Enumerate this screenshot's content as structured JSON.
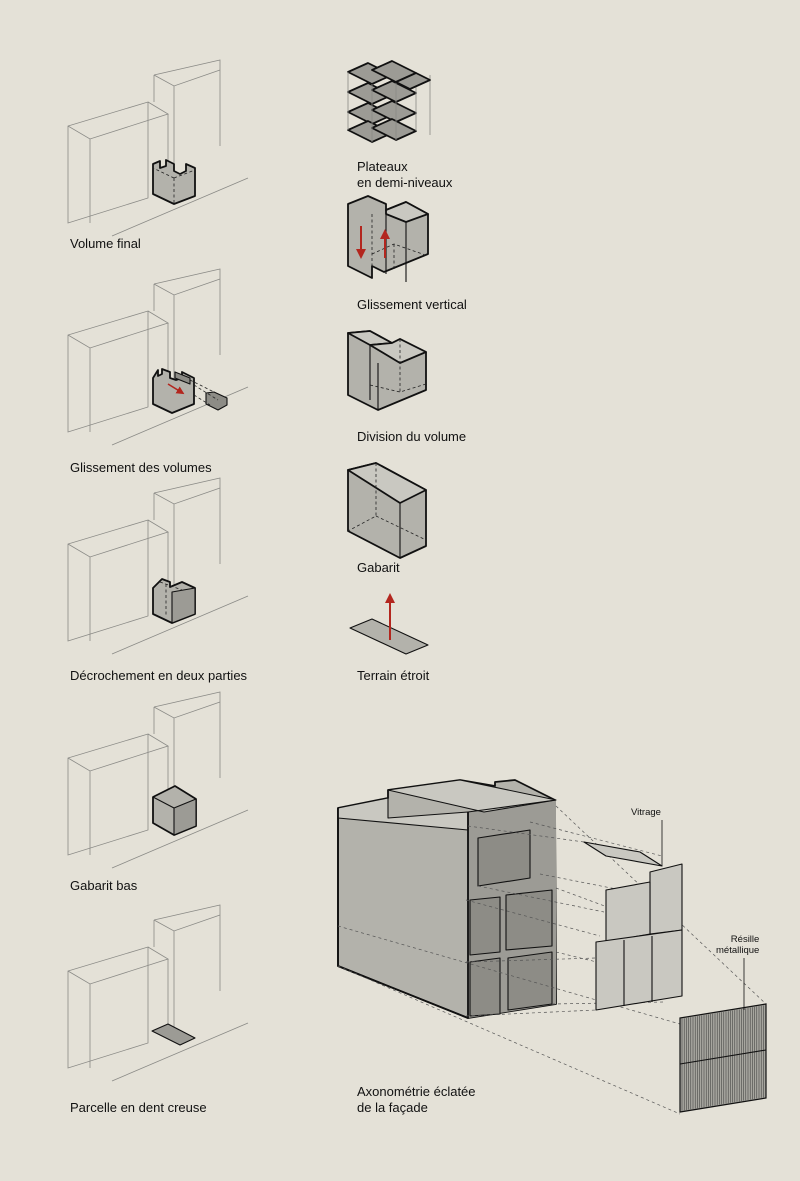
{
  "left_column": [
    {
      "label": "Volume final"
    },
    {
      "label": "Glissement des volumes"
    },
    {
      "label": "Décrochement en deux parties"
    },
    {
      "label": "Gabarit bas"
    },
    {
      "label": "Parcelle en dent creuse"
    }
  ],
  "right_column": [
    {
      "line1": "Plateaux",
      "line2": "en demi-niveaux"
    },
    {
      "line1": "Glissement vertical"
    },
    {
      "line1": "Division du volume"
    },
    {
      "line1": "Gabarit"
    },
    {
      "line1": "Terrain étroit"
    }
  ],
  "exploded": {
    "title_line1": "Axonométrie éclatée",
    "title_line2": "de la façade",
    "vitrage": "Vitrage",
    "resille_line1": "Résille",
    "resille_line2": "métallique"
  },
  "colors": {
    "background": "#e4e1d7",
    "volume_fill": "#b3b2ab",
    "arrow_red": "#b3261e"
  }
}
